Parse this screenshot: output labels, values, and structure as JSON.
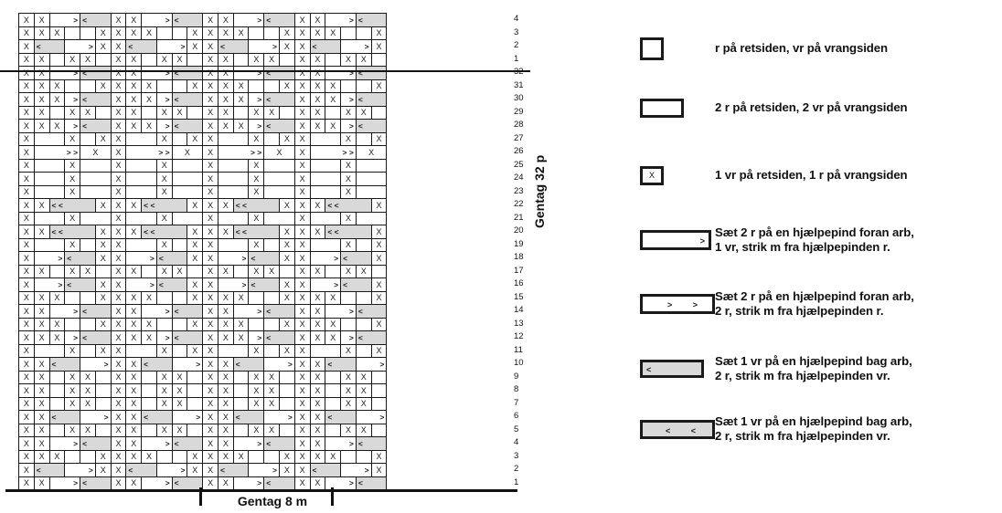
{
  "chart_data": {
    "type": "table",
    "title": "Knitting cable chart",
    "columns": 32,
    "rows": 36,
    "horizontal_repeat_label": "Gentag 8 m",
    "horizontal_repeat_stitches": 8,
    "vertical_repeat_label": "Gentag 32 p",
    "vertical_repeat_rows": 32,
    "row_numbers": [
      4,
      3,
      2,
      1,
      32,
      31,
      30,
      29,
      28,
      27,
      26,
      25,
      24,
      23,
      22,
      21,
      20,
      19,
      18,
      17,
      16,
      15,
      14,
      13,
      12,
      11,
      10,
      9,
      8,
      7,
      6,
      5,
      4,
      3,
      2,
      1
    ],
    "symbols": {
      "purl": "X",
      "cable_right": ">",
      "cable_left": "<",
      "knit": ""
    },
    "colors": {
      "ink": "#1a1a1a",
      "shade": "#d9d9d9",
      "background": "#ffffff"
    },
    "cells": [
      "XXXXX..2..XXXX..2..XXXX..2..XXXXX",
      "XXXXX....XXXX....XXXX....XXXXX",
      "XXXX(<2)(2>)XX(<2)(2>)XX(<2)(2>)XXXX",
      "XXXX..XX..XX..XX..XX..XX..XXXX",
      "XXX(<2)XX(<2)XX(<2)XXX",
      "XXX..XXXX..XXXX..XXX",
      "XX(<2)XXXX(<2)XXXX(<2)XX",
      "XX..XXXXXX..XXXXXX..XX",
      "X(<2)XXXXXXXX(<2)XXXXXX(<2)X",
      "X..XXXXXXXX..XXXXXXXX..X",
      "X..XXXXXXXX..XXXXXXXX..X",
      "X..XXXXXXXX..XXXXXXXX..X",
      "X..XXXXXXXX..XXXXXXXX..X",
      "X..XXXXXXXX..XXXXXXXX..X",
      "X(2>)XXXXXXXX(2>)(<2)XXXXXX(2>)X",
      "XX..XXXXXX..XXXX..XXXXXX",
      "XX(2>)XXXX(2>)(<2)XXXX(2>)XX",
      "XXX..XXXX..XXXX..XXX",
      "XXX(2>)XX(2>)(<2)XX(2>)XXX",
      "XXXX..XX..XX..XX..XXXX",
      "XXXX(2>)(<2)XX(2>)(<2)XX(2>)XXXX",
      "XXXXX....XXXX....XXXXX",
      "XXXXX..2..XXXX..2..XXXXX",
      "XXXXX....XXXX....XXXXX",
      "XXXX(<2)(2>)XX(<2)(2>)XXXX",
      "XXXX..XX..XX..XX..XXXX",
      "XXX(<2)XX(<2)XX(<2)XXX",
      "XXX..XXXX..XXXX..XXX",
      "XX(<2)XXXX(<2)XXXX(<2)XX",
      "XX..XXXXXX..XXXXXX..XX",
      "X(<2)XXXXXX(<2)XXXXXX(<2)X",
      "X..XXXXXXXX..XXXXXXXX..X",
      "X..XXXXXXXX..XXXXXXXX..X",
      "X(2>)XXXXXX(2>)XXXXXX(2>)X",
      "XXXX(<2)(2>)XX(<2)(2>)XX(<2)(2>)XXXX",
      "XXXX..XX..XX..XX..XX..XXXX"
    ]
  },
  "legend": {
    "items": [
      {
        "symbol": "plain-square",
        "lines": [
          "r på retsiden, vr på vrangsiden"
        ]
      },
      {
        "symbol": "wide-rectangle",
        "lines": [
          "2 r på retsiden, 2 vr på vrangsiden"
        ]
      },
      {
        "symbol": "purl-box",
        "mark": "X",
        "lines": [
          "1 vr på retsiden, 1 r på vrangsiden"
        ]
      },
      {
        "symbol": "cable-3-right",
        "mark": ">",
        "lines": [
          "Sæt 2 r på en hjælpepind foran arb,",
          "1 vr, strik m fra hjælpepinden r."
        ]
      },
      {
        "symbol": "cable-4-right",
        "mark": "> >",
        "lines": [
          "Sæt 2 r på en hjælpepind foran arb,",
          "2 r, strik m fra hjælpepinden r."
        ]
      },
      {
        "symbol": "cable-3-left",
        "mark": "<",
        "lines": [
          "Sæt 1 vr på en hjælpepind bag arb,",
          "2 r, strik m fra hjælpepinden vr."
        ]
      },
      {
        "symbol": "cable-4-left",
        "mark": "< <",
        "lines": [
          "Sæt 1 vr på en hjælpepind bag arb,",
          "2 r, strik m fra hjælpepinden vr."
        ]
      }
    ]
  }
}
